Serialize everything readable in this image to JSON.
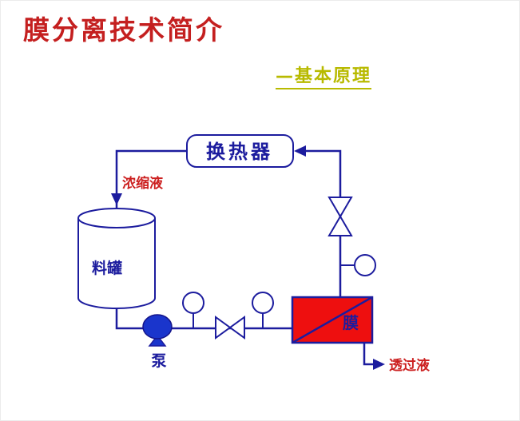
{
  "page": {
    "title": "膜分离技术简介",
    "subtitle": "—基本原理"
  },
  "diagram": {
    "heat_exchanger_label": "换热器",
    "concentrate_stream_label": "浓缩液",
    "feed_tank_label": "料罐",
    "pump_label": "泵",
    "membrane_label": "膜",
    "permeate_stream_label": "透过液"
  },
  "colors": {
    "title_red": "#c41f1f",
    "subtitle_yellow": "#b8ba00",
    "line_navy": "#1c1c9e",
    "membrane_fill_red": "#ee0f0f",
    "pump_fill_blue": "#1a35cc",
    "stream_label_red": "#cc2020"
  }
}
